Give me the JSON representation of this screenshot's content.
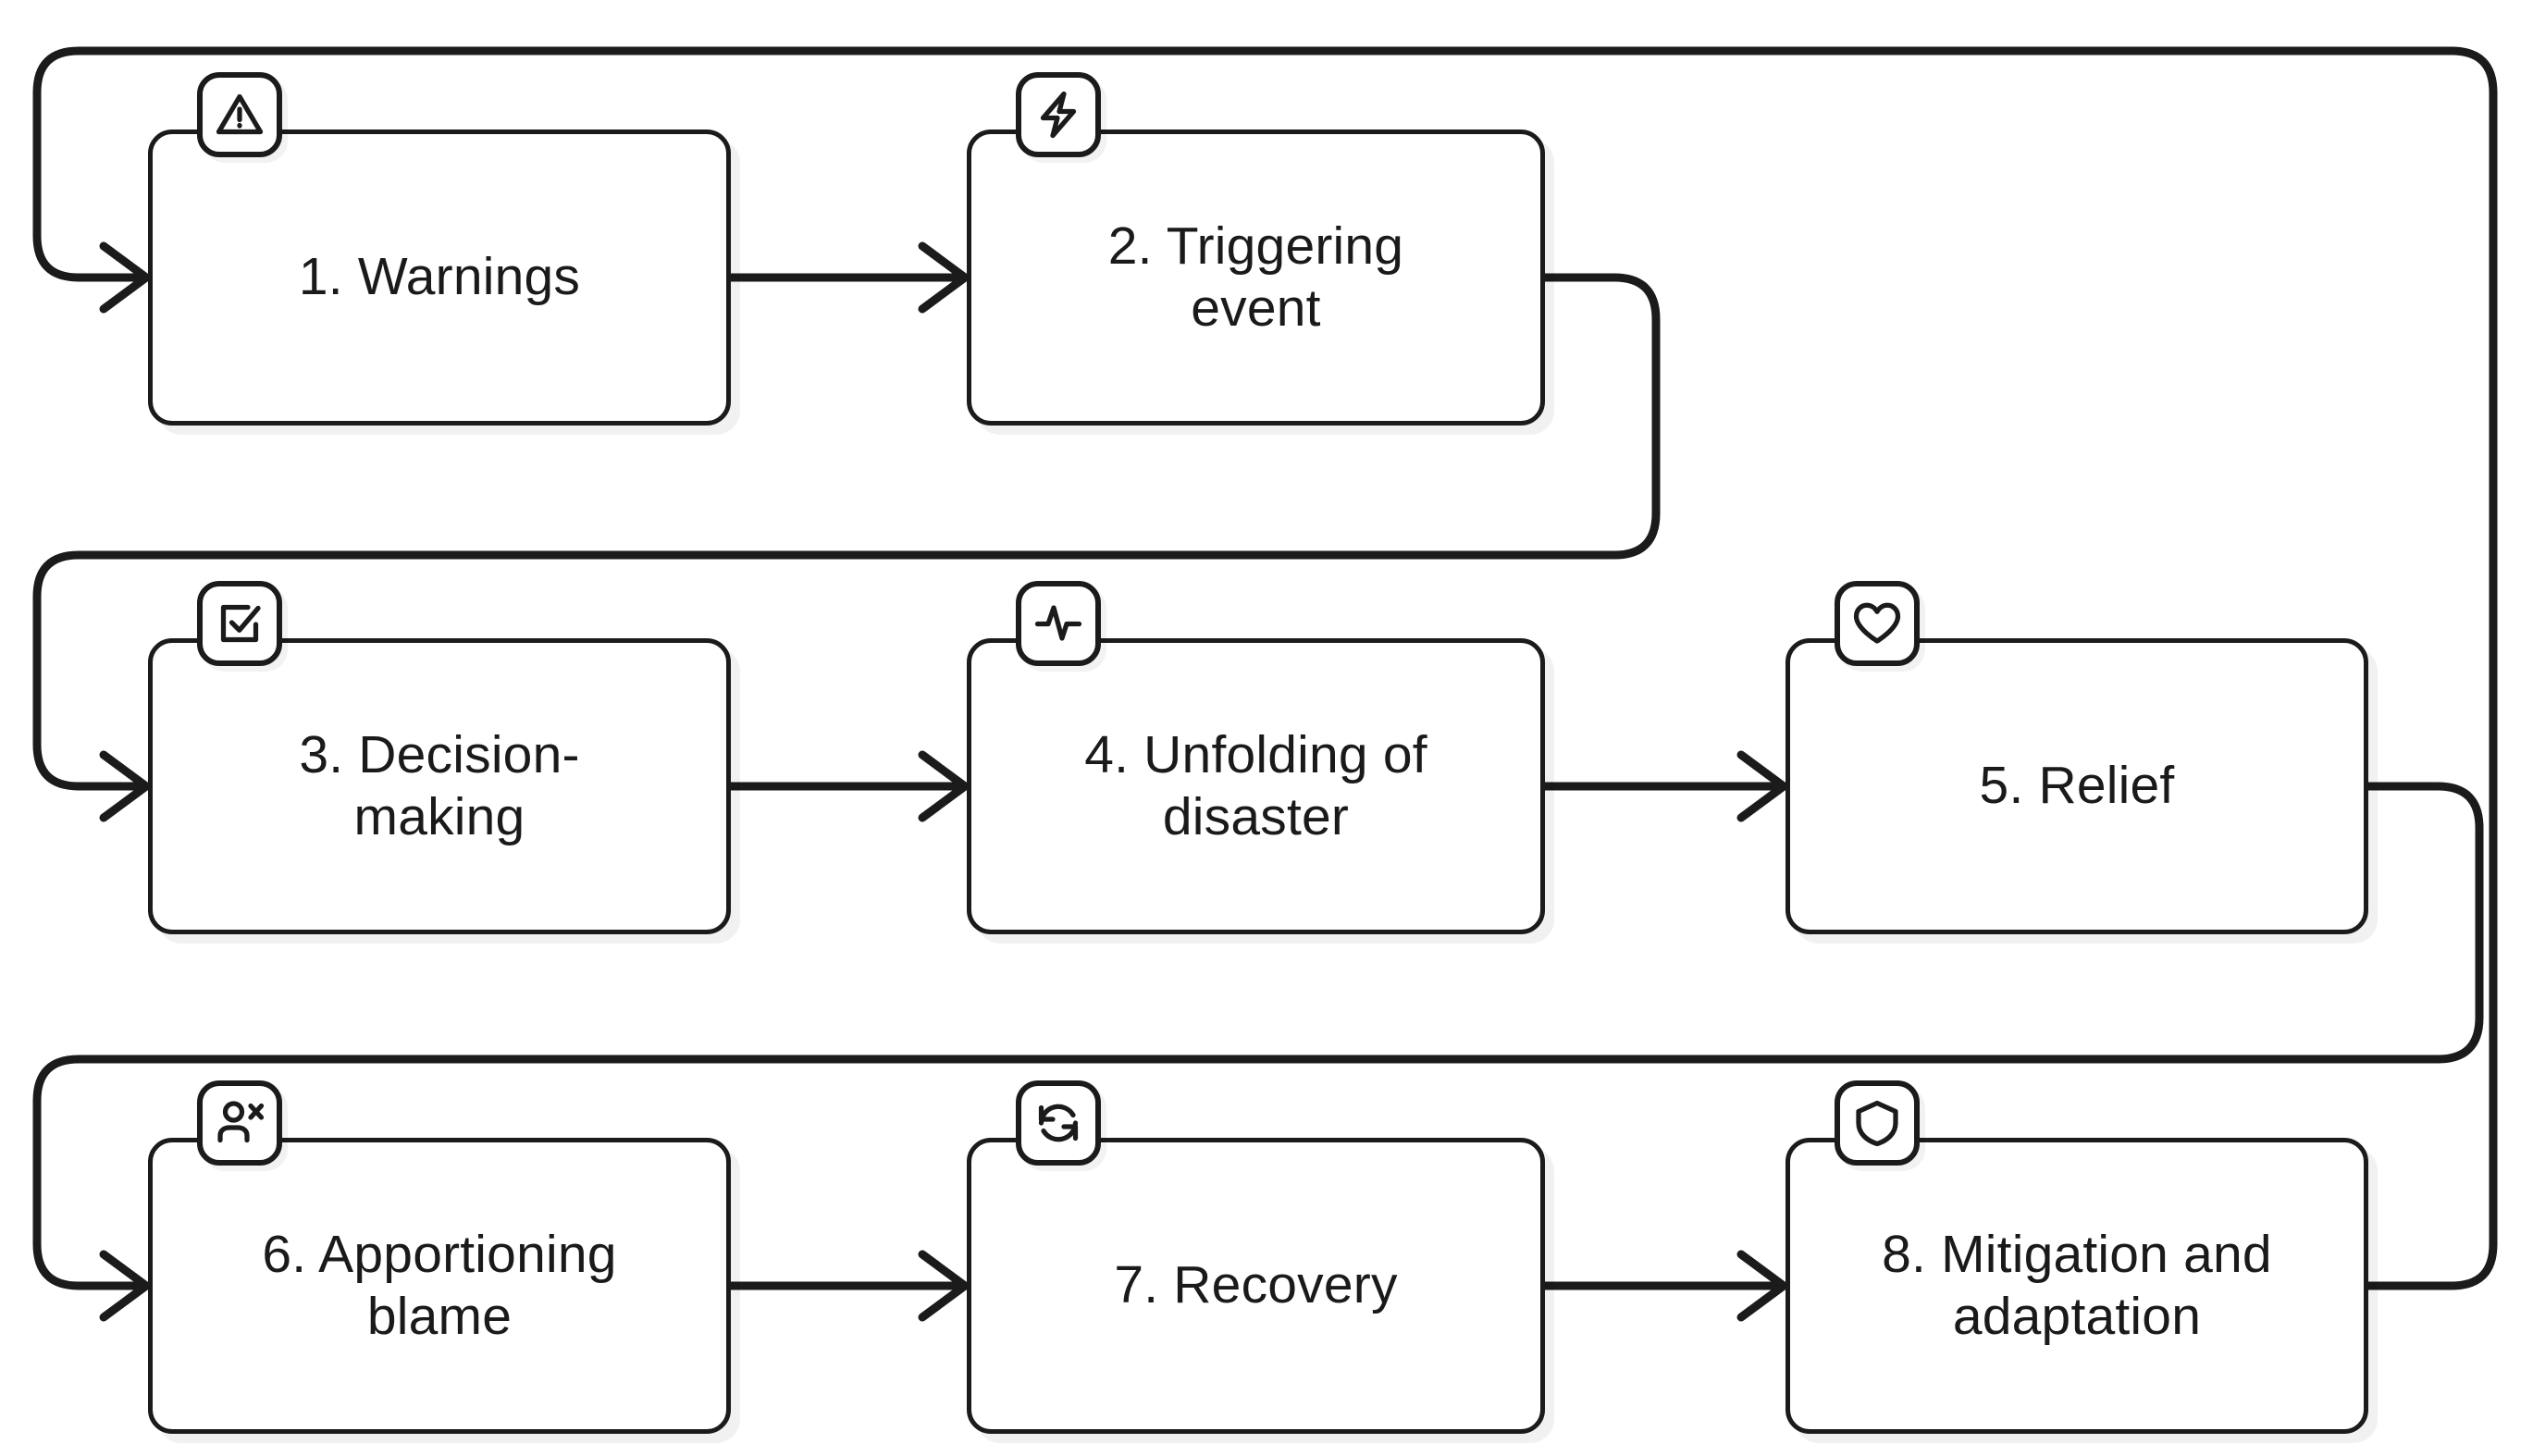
{
  "diagram": {
    "title": "Disaster cycle stages flowchart",
    "background_color": "#ffffff",
    "line_color": "#1b1b1b",
    "text_color": "#1a1a1a"
  },
  "nodes": [
    {
      "id": "node-1",
      "number": "1.",
      "label": "1. Warnings",
      "icon": "alert-triangle-icon",
      "row": 1,
      "column": 1
    },
    {
      "id": "node-2",
      "number": "2.",
      "label": "2. Triggering\nevent",
      "icon": "zap-icon",
      "row": 1,
      "column": 2
    },
    {
      "id": "node-3",
      "number": "3.",
      "label": "3. Decision-\nmaking",
      "icon": "check-square-icon",
      "row": 2,
      "column": 1
    },
    {
      "id": "node-4",
      "number": "4.",
      "label": "4. Unfolding of\ndisaster",
      "icon": "activity-pulse-icon",
      "row": 2,
      "column": 2
    },
    {
      "id": "node-5",
      "number": "5.",
      "label": "5. Relief",
      "icon": "heart-icon",
      "row": 2,
      "column": 3
    },
    {
      "id": "node-6",
      "number": "6.",
      "label": "6. Apportioning\nblame",
      "icon": "user-x-icon",
      "row": 3,
      "column": 1
    },
    {
      "id": "node-7",
      "number": "7.",
      "label": "7. Recovery",
      "icon": "refresh-cycle-icon",
      "row": 3,
      "column": 2
    },
    {
      "id": "node-8",
      "number": "8.",
      "label": "8. Mitigation and\nadaptation",
      "icon": "shield-icon",
      "row": 3,
      "column": 3
    }
  ],
  "edges": [
    {
      "id": "edge-1-2",
      "from": "node-1",
      "to": "node-2",
      "style": "straight-right"
    },
    {
      "id": "edge-2-3",
      "from": "node-2",
      "to": "node-3",
      "style": "wrap-to-next-row"
    },
    {
      "id": "edge-3-4",
      "from": "node-3",
      "to": "node-4",
      "style": "straight-right"
    },
    {
      "id": "edge-4-5",
      "from": "node-4",
      "to": "node-5",
      "style": "straight-right"
    },
    {
      "id": "edge-5-6",
      "from": "node-5",
      "to": "node-6",
      "style": "wrap-to-next-row"
    },
    {
      "id": "edge-6-7",
      "from": "node-6",
      "to": "node-7",
      "style": "straight-right"
    },
    {
      "id": "edge-7-8",
      "from": "node-7",
      "to": "node-8",
      "style": "straight-right"
    },
    {
      "id": "edge-8-1",
      "from": "node-8",
      "to": "node-1",
      "style": "outer-loop-back"
    }
  ]
}
